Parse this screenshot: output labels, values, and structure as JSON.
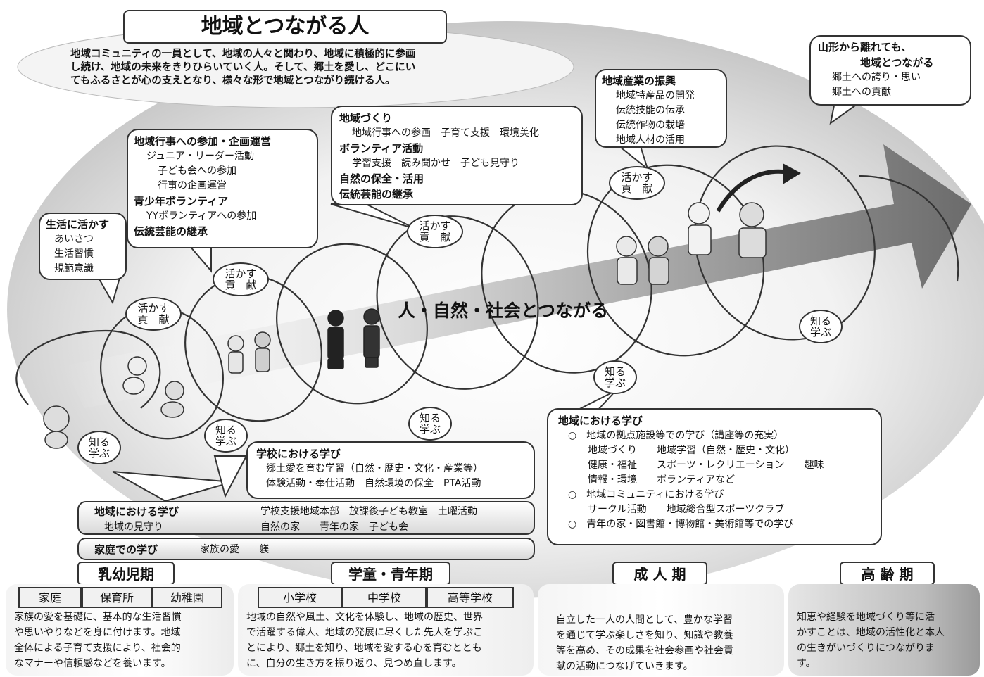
{
  "title": "地域とつながる人",
  "intro": "地域コミュニティの一員として、地域の人々と関わり、地域に積極的に参画し続け、地域の未来をきりひらいていく人。そして、郷土を愛し、どこにいてもふるさとが心の支えとなり、様々な形で地域とつながり続ける人。",
  "intro_lines": [
    "地域コミュニティの一員として、地域の人々と関わり、地域に積極的に参画",
    "し続け、地域の未来をきりひらいていく人。そして、郷土を愛し、どこにい",
    "てもふるさとが心の支えとなり、様々な形で地域とつながり続ける人。"
  ],
  "center_text": "人・自然・社会とつながる",
  "katsukasu": [
    "活かす",
    "貢　献"
  ],
  "shiru": [
    "知る",
    "学ぶ"
  ],
  "bubbles": {
    "seikatsu": {
      "heading": "生活に活かす",
      "items": [
        "あいさつ",
        "生活習慣",
        "規範意識"
      ]
    },
    "gyouji": {
      "heading": "地域行事への参加・企画運営",
      "items": [
        "ジュニア・リーダー活動",
        "子ども会への参加",
        "行事の企画運営"
      ],
      "heading2": "青少年ボランティア",
      "items2": [
        "YYボランティアへの参加"
      ],
      "heading3": "伝統芸能の継承"
    },
    "chiikizukuri": {
      "heading": "地域づくり",
      "items": [
        "地域行事への参画　子育て支援　環境美化"
      ],
      "heading2": "ボランティア活動",
      "items2": [
        "学習支援　読み聞かせ　子ども見守り"
      ],
      "heading3": "自然の保全・活用",
      "heading4": "伝統芸能の継承"
    },
    "sangyou": {
      "heading": "地域産業の振興",
      "items": [
        "地域特産品の開発",
        "伝統技能の伝承",
        "伝統作物の栽培",
        "地域人材の活用"
      ]
    },
    "yamagata": {
      "heading1": "山形から離れても、",
      "heading2": "地域とつながる",
      "items": [
        "郷土への誇り・思い",
        "郷土への貢献"
      ]
    },
    "gakkou": {
      "heading": "学校における学び",
      "items": [
        "郷土愛を育む学習（自然・歴史・文化・産業等）",
        "体験活動・奉仕活動　自然環境の保全　PTA活動"
      ]
    },
    "chiiki_adult": {
      "heading": "地域における学び",
      "items": [
        "○　地域の拠点施設等での学び（講座等の充実）",
        "　　地域づくり　　地域学習（自然・歴史・文化）",
        "　　健康・福祉　　スポーツ・レクリエーション　　趣味",
        "　　情報・環境　　ボランティアなど",
        "○　地域コミュニティにおける学び",
        "　　サークル活動　　地域総合型スポーツクラブ",
        "○　青年の家・図書館・博物館・美術館等での学び"
      ]
    }
  },
  "bands": {
    "chiiki": {
      "heading": "地域における学び",
      "sub": "地域の見守り",
      "right1": "学校支援地域本部　放課後子ども教室　土曜活動",
      "right2": "自然の家　　青年の家　子ども会"
    },
    "katei": {
      "heading": "家庭での学び",
      "sub": "家族の愛　　躾"
    }
  },
  "stages": [
    {
      "label": "乳幼児期",
      "tabs": [
        "家庭",
        "保育所",
        "幼稚園"
      ],
      "lines": [
        "家族の愛を基礎に、基本的な生活習慣",
        "や思いやりなどを身に付けます。地域",
        "全体による子育て支援により、社会的",
        "なマナーや信頼感などを養います。"
      ]
    },
    {
      "label": "学童・青年期",
      "tabs": [
        "小学校",
        "中学校",
        "高等学校"
      ],
      "lines": [
        "地域の自然や風土、文化を体験し、地域の歴史、世界",
        "で活躍する偉人、地域の発展に尽くした先人を学ぶこ",
        "とにより、郷土を知り、地域を愛する心を育むととも",
        "に、自分の生き方を振り返り、見つめ直します。"
      ]
    },
    {
      "label": "成 人 期",
      "lines": [
        "自立した一人の人間として、豊かな学習",
        "を通じて学ぶ楽しさを知り、知識や教養",
        "等を高め、その成果を社会参画や社会貢",
        "献の活動につなげていきます。"
      ]
    },
    {
      "label": "高 齢 期",
      "lines": [
        "知恵や経験を地域づくり等に活",
        "かすことは、地域の活性化と本人",
        "の生きがいづくりにつながりま",
        "す。"
      ]
    }
  ]
}
